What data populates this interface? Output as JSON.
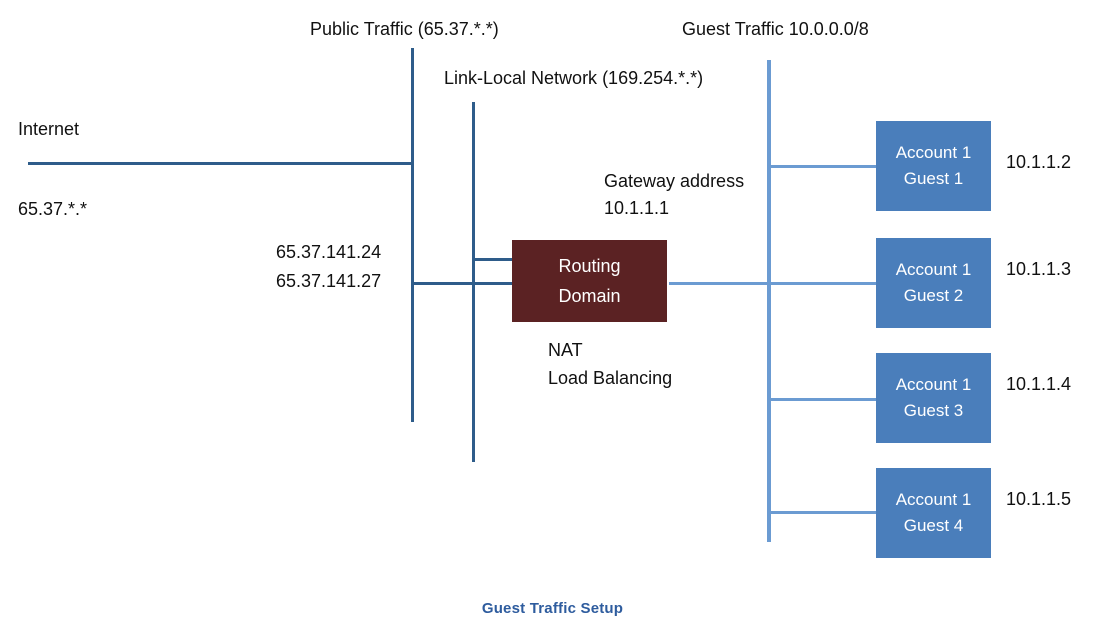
{
  "diagram": {
    "caption": "Guest Traffic Setup",
    "caption_color": "#2E5C9E",
    "background": "#ffffff",
    "line_color_dark": "#2E5C8A",
    "line_color_light": "#6B9BD2"
  },
  "headers": {
    "public_traffic": "Public Traffic (65.37.*.*)",
    "link_local": "Link-Local Network (169.254.*.*)",
    "guest_traffic": "Guest Traffic 10.0.0.0/8"
  },
  "internet": {
    "label": "Internet",
    "cidr": "65.37.*.*"
  },
  "public_ips": {
    "ip_a": "65.37.141.24",
    "ip_b": "65.37.141.27"
  },
  "router": {
    "line1": "Routing",
    "line2": "Domain",
    "color": "#5B2223",
    "functions": [
      "NAT",
      "Load Balancing"
    ]
  },
  "gateway": {
    "label": "Gateway address",
    "address": "10.1.1.1"
  },
  "guests": [
    {
      "account": "Account 1",
      "name": "Guest 1",
      "ip": "10.1.1.2",
      "color": "#4A7EBB"
    },
    {
      "account": "Account 1",
      "name": "Guest 2",
      "ip": "10.1.1.3",
      "color": "#4A7EBB"
    },
    {
      "account": "Account 1",
      "name": "Guest 3",
      "ip": "10.1.1.4",
      "color": "#4A7EBB"
    },
    {
      "account": "Account 1",
      "name": "Guest 4",
      "ip": "10.1.1.5",
      "color": "#4A7EBB"
    }
  ]
}
